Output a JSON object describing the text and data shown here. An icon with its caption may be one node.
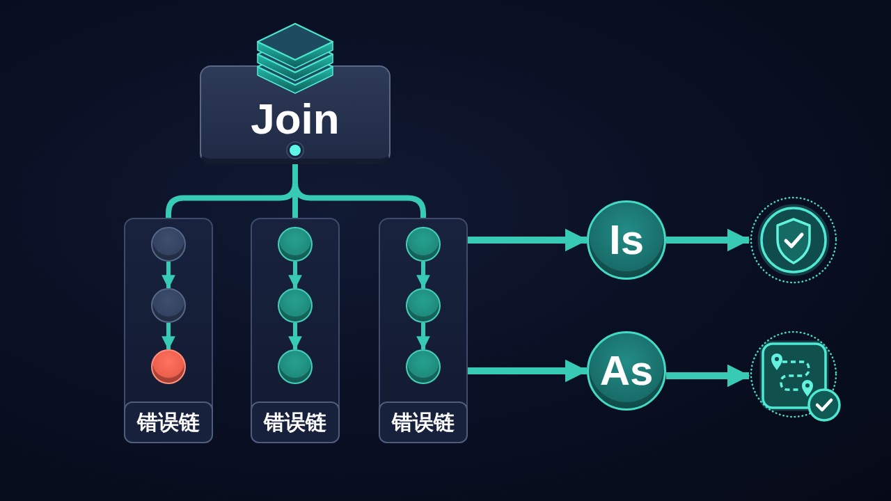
{
  "diagram": {
    "nodes": [
      {
        "text": [
          "Join"
        ]
      },
      {
        "text": [
          "错误链"
        ]
      },
      {
        "text": [],
        "shape": "circle",
        "in": 1
      },
      {
        "text": [],
        "shape": "circle",
        "in": 1
      },
      {
        "text": [],
        "shape": "circle",
        "in": 1
      },
      {
        "text": [
          "错误链"
        ]
      },
      {
        "text": [],
        "shape": "circle",
        "in": 5
      },
      {
        "text": [],
        "shape": "circle",
        "in": 5
      },
      {
        "text": [],
        "shape": "circle",
        "in": 5
      },
      {
        "text": [
          "错误链"
        ]
      },
      {
        "text": [],
        "shape": "circle",
        "in": 9
      },
      {
        "text": [],
        "shape": "circle",
        "in": 9
      },
      {
        "text": [],
        "shape": "circle",
        "in": 9
      },
      {
        "text": [
          "Is"
        ]
      },
      {
        "text": [],
        "shape": "picture"
      },
      {
        "text": [
          "As"
        ]
      },
      {
        "text": [],
        "shape": "picture"
      }
    ],
    "edges": [
      {
        "from": 0,
        "to": 1,
        "arrow": "none"
      },
      {
        "from": 0,
        "to": 5,
        "arrow": "none"
      },
      {
        "from": 0,
        "to": 9,
        "arrow": "none"
      },
      {
        "from": 2,
        "to": 3,
        "arrow": "to"
      },
      {
        "from": 3,
        "to": 4,
        "arrow": "to"
      },
      {
        "from": 6,
        "to": 7,
        "arrow": "to"
      },
      {
        "from": 7,
        "to": 8,
        "arrow": "to"
      },
      {
        "from": 10,
        "to": 11,
        "arrow": "to"
      },
      {
        "from": 11,
        "to": 12,
        "arrow": "to"
      },
      {
        "from": 9,
        "to": 13,
        "arrow": "to"
      },
      {
        "from": 9,
        "to": 15,
        "arrow": "to"
      },
      {
        "from": 13,
        "to": 14,
        "arrow": "to"
      },
      {
        "from": 15,
        "to": 16,
        "arrow": "to"
      }
    ]
  }
}
